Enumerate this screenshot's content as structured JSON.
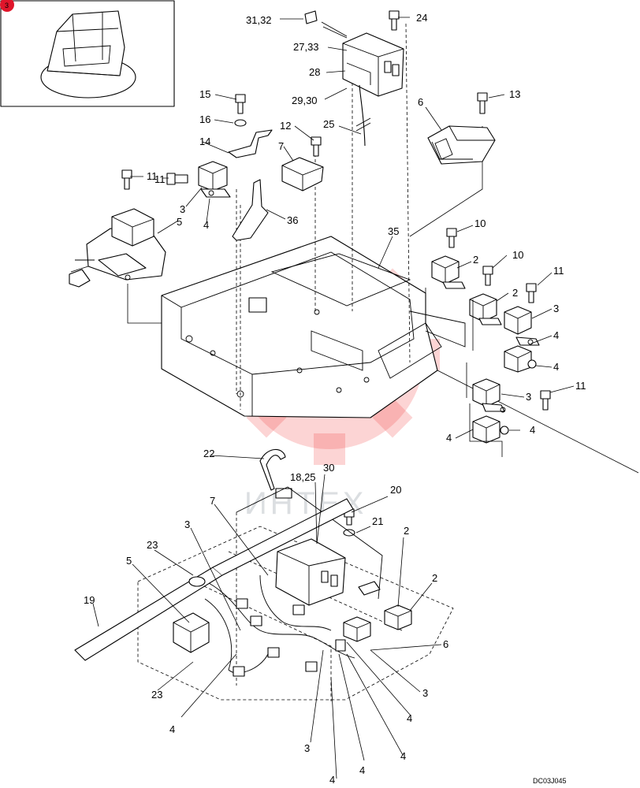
{
  "inset": {
    "badge": "3"
  },
  "watermark": {
    "text": "ИНТЕХ"
  },
  "drawing_code": "DC03J045",
  "callouts": [
    "31,32",
    "24",
    "27,33",
    "28",
    "29,30",
    "25",
    "6",
    "13",
    "15",
    "16",
    "14",
    "12",
    "7",
    "11",
    "11",
    "3",
    "4",
    "5",
    "36",
    "35",
    "10",
    "2",
    "10",
    "2",
    "11",
    "3",
    "4",
    "4",
    "3",
    "11",
    "4",
    "4",
    "22",
    "18,25",
    "30",
    "20",
    "21",
    "7",
    "3",
    "23",
    "5",
    "19",
    "2",
    "2",
    "6",
    "23",
    "4",
    "3",
    "4",
    "4",
    "3",
    "4",
    "4"
  ]
}
